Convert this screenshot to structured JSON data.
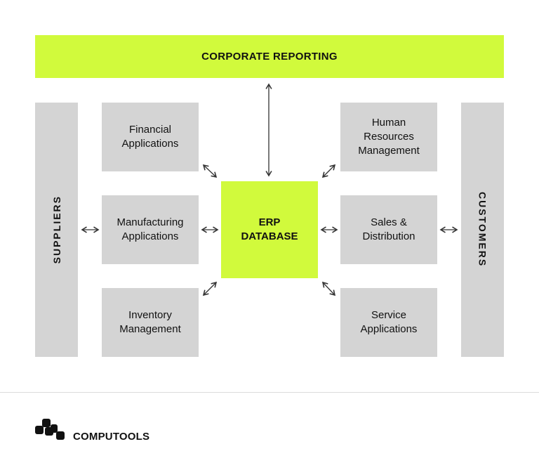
{
  "diagram": {
    "top_bar": "CORPORATE REPORTING",
    "center": "ERP\nDATABASE",
    "left_pillar": "SUPPLIERS",
    "right_pillar": "CUSTOMERS",
    "modules_left": [
      "Financial\nApplications",
      "Manufacturing\nApplications",
      "Inventory\nManagement"
    ],
    "modules_right": [
      "Human\nResources\nManagement",
      "Sales &\nDistribution",
      "Service\nApplications"
    ],
    "colors": {
      "accent": "#d1fa3c",
      "module": "#d4d4d4",
      "text": "#111111"
    }
  },
  "footer": {
    "brand": "COMPUTOOLS"
  }
}
